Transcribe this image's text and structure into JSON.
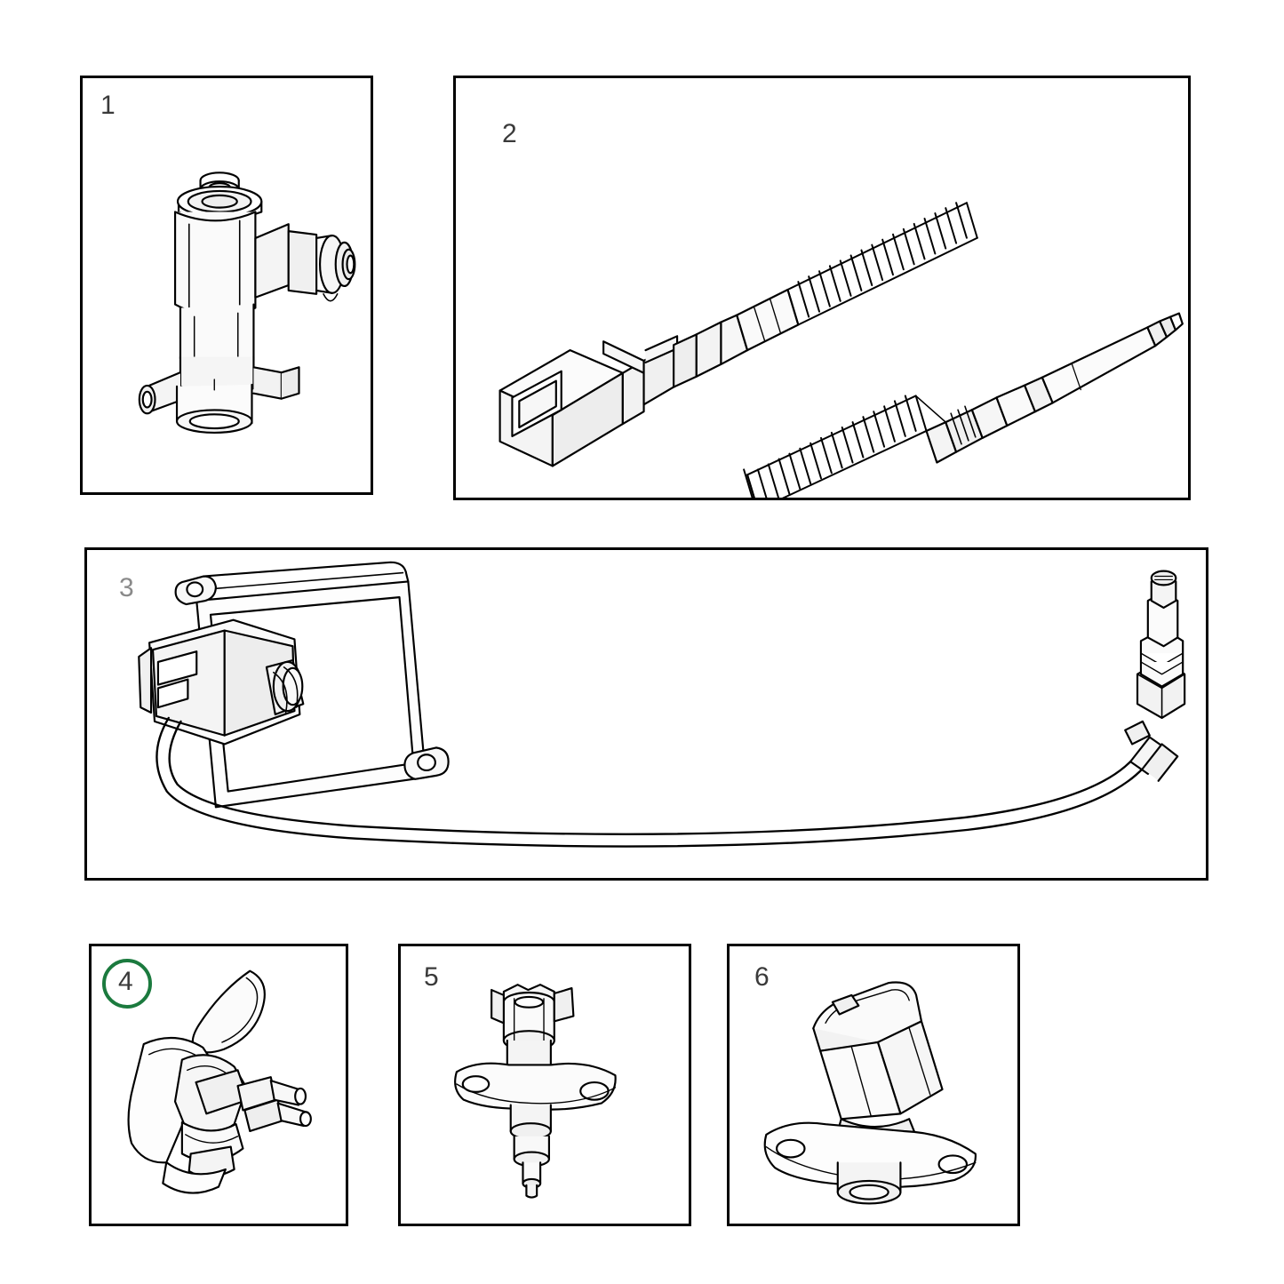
{
  "diagram": {
    "background_color": "#ffffff",
    "line_color": "#000000",
    "highlight_color": "#1b7a3e",
    "panels": [
      {
        "id": "panel-1",
        "number": "1",
        "part_name": "egr-valve",
        "highlighted": false,
        "number_color": "#3a3a3a"
      },
      {
        "id": "panel-2",
        "number": "2",
        "part_name": "glow-plug-and-harness",
        "highlighted": false,
        "number_color": "#3a3a3a"
      },
      {
        "id": "panel-3",
        "number": "3",
        "part_name": "nox-sensor-module-with-probe",
        "highlighted": false,
        "number_color": "#8a8a8a"
      },
      {
        "id": "panel-4",
        "number": "4",
        "part_name": "coolant-temperature-sensor",
        "highlighted": true,
        "number_color": "#3a3a3a"
      },
      {
        "id": "panel-5",
        "number": "5",
        "part_name": "camshaft-position-sensor",
        "highlighted": false,
        "number_color": "#3a3a3a"
      },
      {
        "id": "panel-6",
        "number": "6",
        "part_name": "crankshaft-position-sensor",
        "highlighted": false,
        "number_color": "#3a3a3a"
      }
    ]
  }
}
